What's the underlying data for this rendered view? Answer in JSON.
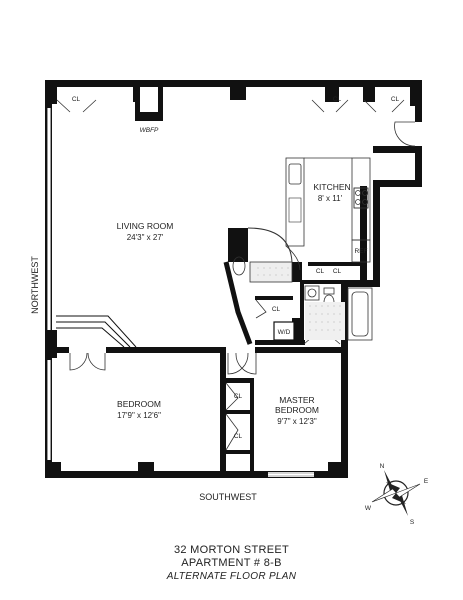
{
  "plan": {
    "orientation": {
      "north_side": "NORTHWEST",
      "south_side": "SOUTHWEST"
    },
    "rooms": {
      "living": {
        "name": "LIVING ROOM",
        "dims": "24'3\" x 27'"
      },
      "kitchen": {
        "name": "KITCHEN",
        "dims": "8' x 11'"
      },
      "bedroom": {
        "name": "BEDROOM",
        "dims": "17'9\" x 12'6\""
      },
      "master_line1": "MASTER",
      "master_line2": "BEDROOM",
      "master_dims": "9'7\" x 12'3\""
    },
    "fixtures": {
      "closet": "CL",
      "fireplace": "WBFP",
      "ref": "REF",
      "wd": "W/D"
    },
    "compass": {
      "n": "N",
      "e": "E",
      "s": "S",
      "w": "W"
    }
  },
  "caption": {
    "address": "32 MORTON STREET",
    "apartment": "APARTMENT # 8-B",
    "subtitle": "ALTERNATE FLOOR PLAN"
  }
}
